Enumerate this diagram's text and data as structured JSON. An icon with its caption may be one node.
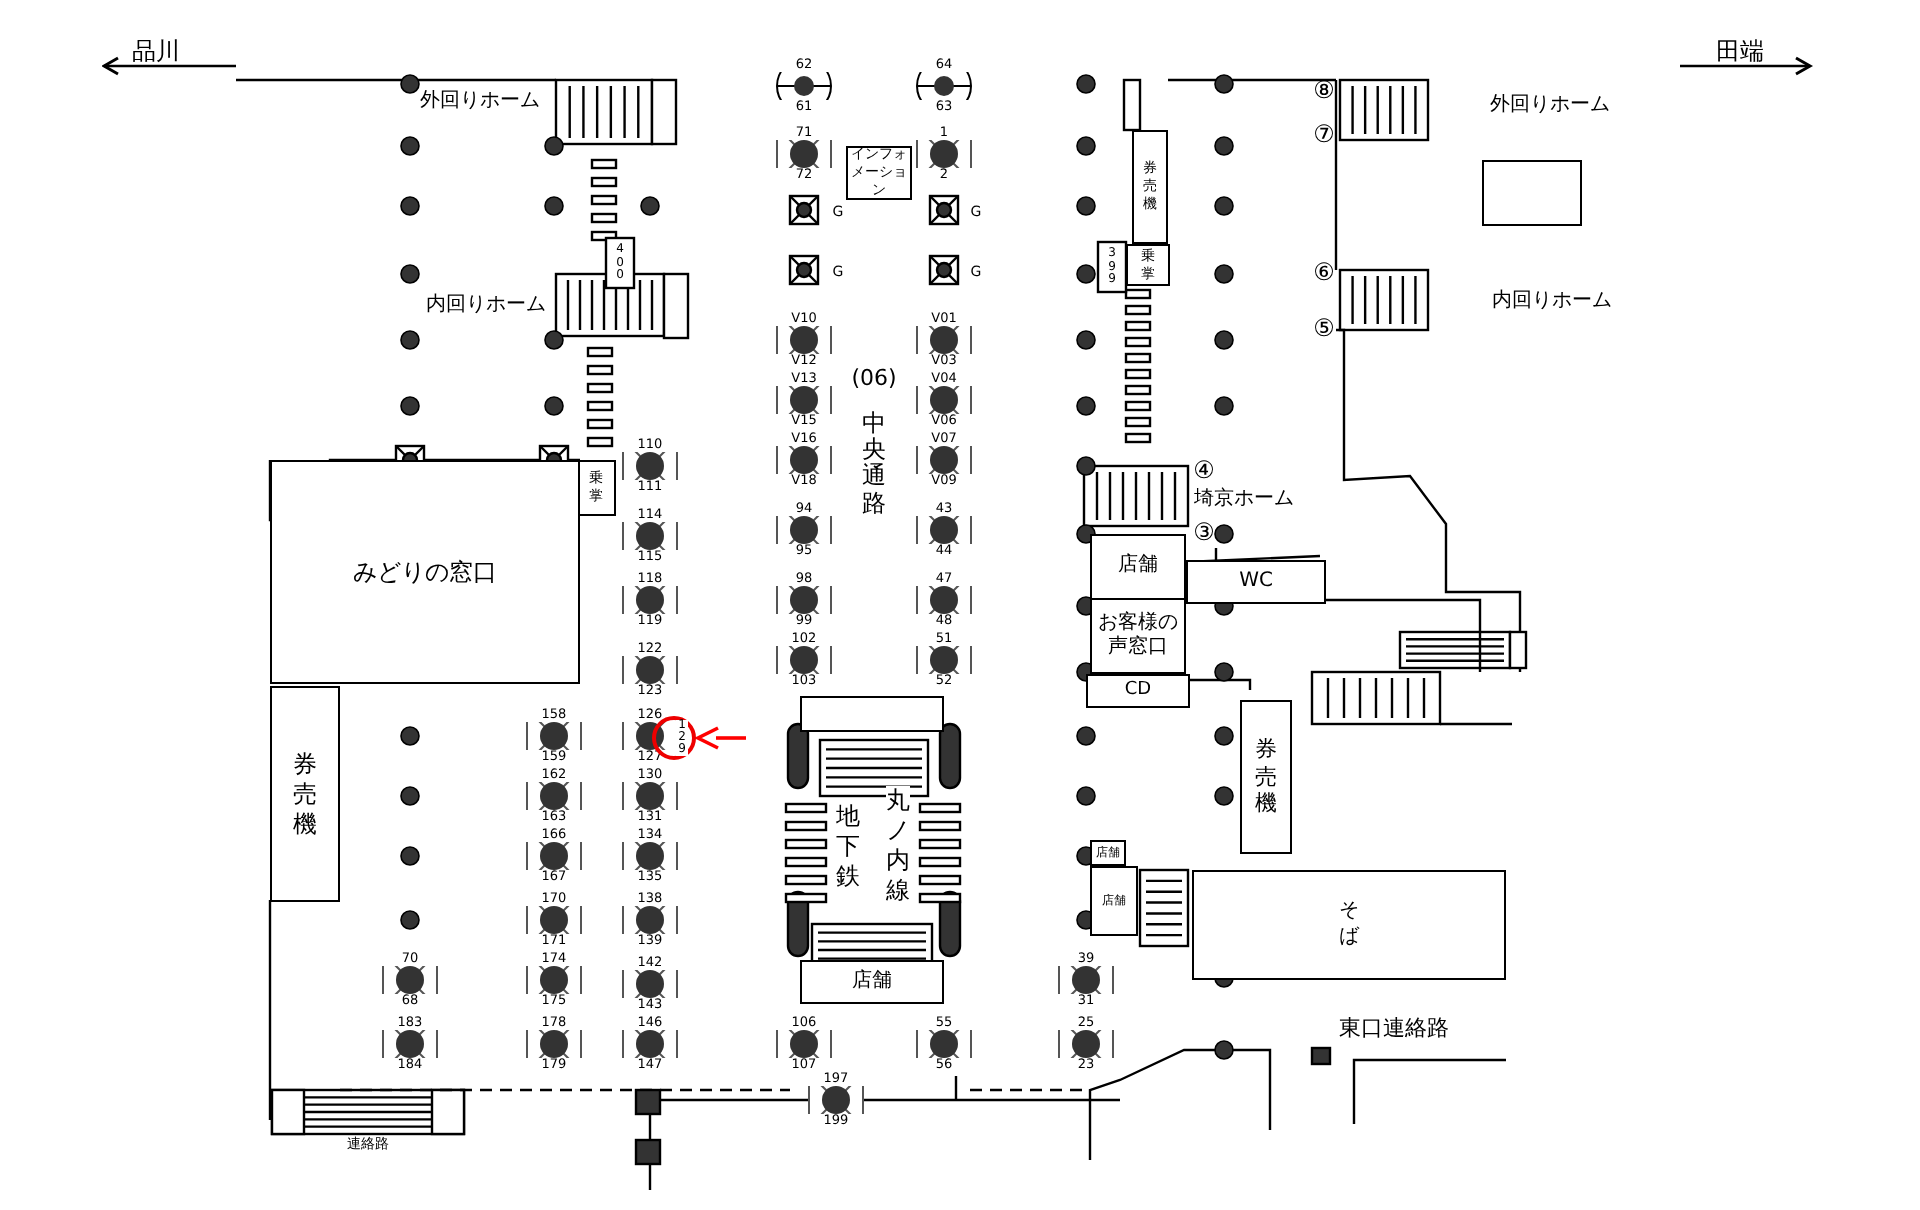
{
  "diagram": {
    "nodes": [
      {
        "text": [
          "インフォメーション"
        ]
      },
      {
        "text": [],
        "shape": "box"
      },
      {
        "text": [
          "乗掌"
        ]
      },
      {
        "text": [
          "乗掌"
        ]
      },
      {
        "text": [
          "券売機"
        ]
      },
      {
        "text": [
          "みどりの窓口"
        ]
      },
      {
        "text": [
          "券売機"
        ]
      },
      {
        "text": [],
        "shape": "box"
      },
      {
        "text": [
          "地下鉄",
          "丸ノ内線"
        ]
      },
      {
        "text": [
          "店舗"
        ]
      },
      {
        "text": [
          "店舗"
        ]
      },
      {
        "text": [
          "WC"
        ]
      },
      {
        "text": [
          "お客様の声窓口"
        ]
      },
      {
        "text": [
          "CD"
        ]
      },
      {
        "text": [
          "券売機"
        ]
      },
      {
        "text": [
          "店舗"
        ]
      },
      {
        "text": [
          "店舗"
        ]
      },
      {
        "text": [
          "そば"
        ]
      },
      {
        "text": [
          "129"
        ]
      },
      {
        "text": [
          "62",
          "61"
        ]
      },
      {
        "text": [
          "64",
          "63"
        ]
      },
      {
        "text": [
          "71",
          "72"
        ]
      },
      {
        "text": [
          "1",
          "2"
        ]
      },
      {
        "text": [
          "V10",
          "V12"
        ]
      },
      {
        "text": [
          "V01",
          "V03"
        ]
      },
      {
        "text": [
          "V13",
          "V15"
        ]
      },
      {
        "text": [
          "V04",
          "V06"
        ]
      },
      {
        "text": [
          "V16",
          "V18"
        ]
      },
      {
        "text": [
          "V07",
          "V09"
        ]
      },
      {
        "text": [
          "110",
          "111"
        ]
      },
      {
        "text": [
          "94",
          "95"
        ]
      },
      {
        "text": [
          "43",
          "44"
        ]
      },
      {
        "text": [
          "114",
          "115"
        ]
      },
      {
        "text": [
          "118",
          "119"
        ]
      },
      {
        "text": [
          "98",
          "99"
        ]
      },
      {
        "text": [
          "47",
          "48"
        ]
      },
      {
        "text": [
          "122",
          "123"
        ]
      },
      {
        "text": [
          "102",
          "103"
        ]
      },
      {
        "text": [
          "51",
          "52"
        ]
      },
      {
        "text": [
          "158",
          "159"
        ]
      },
      {
        "text": [
          "126",
          "127"
        ]
      },
      {
        "text": [
          "162",
          "163"
        ]
      },
      {
        "text": [
          "130",
          "131"
        ]
      },
      {
        "text": [
          "166",
          "167"
        ]
      },
      {
        "text": [
          "134",
          "135"
        ]
      },
      {
        "text": [
          "170",
          "171"
        ]
      },
      {
        "text": [
          "138",
          "139"
        ]
      },
      {
        "text": [
          "70",
          "68"
        ]
      },
      {
        "text": [
          "174",
          "175"
        ]
      },
      {
        "text": [
          "142",
          "143"
        ]
      },
      {
        "text": [
          "39",
          "31"
        ]
      },
      {
        "text": [
          "183",
          "184"
        ]
      },
      {
        "text": [
          "178",
          "179"
        ]
      },
      {
        "text": [
          "146",
          "147"
        ]
      },
      {
        "text": [
          "106",
          "107"
        ]
      },
      {
        "text": [
          "55",
          "56"
        ]
      },
      {
        "text": [
          "25",
          "23"
        ]
      },
      {
        "text": [
          "197",
          "199"
        ]
      }
    ],
    "edges": [
      {
        "from": null,
        "to": 18,
        "arrow": "to",
        "color": "#ff0000"
      }
    ],
    "labels": [
      "品川",
      "田端",
      "外回りホーム",
      "外回りホーム",
      "400",
      "399",
      "内回りホーム",
      "内回りホーム",
      "⑧",
      "⑦",
      "⑥",
      "⑤",
      "G",
      "G",
      "G",
      "G",
      "(06)",
      "中央通路",
      "④",
      "埼京ホーム",
      "③",
      "東口連絡路",
      "連絡路"
    ]
  }
}
